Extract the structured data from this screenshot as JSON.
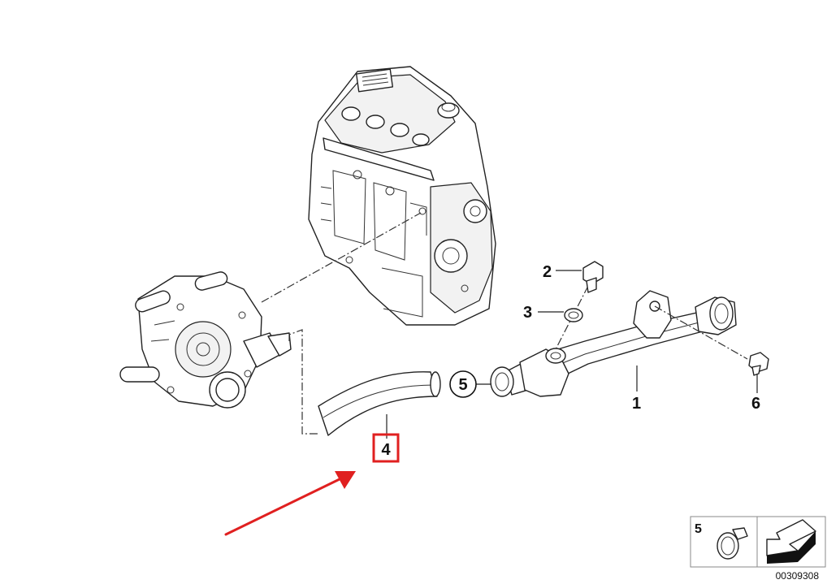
{
  "callouts": {
    "part_1": "1",
    "part_2": "2",
    "part_3": "3",
    "part_4": "4",
    "part_5": "5",
    "part_6": "6"
  },
  "legend": {
    "clamp_label": "5"
  },
  "reference_number": "00309308",
  "colors": {
    "highlight": "#e02020",
    "arrow": "#e02020",
    "line": "#222222"
  }
}
